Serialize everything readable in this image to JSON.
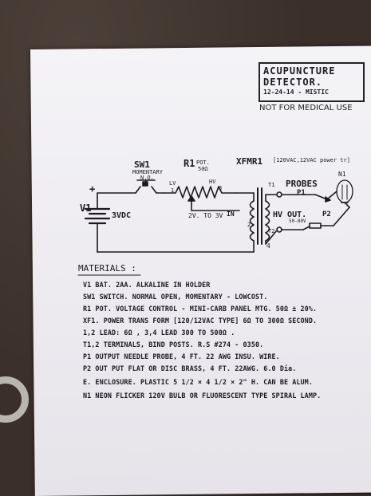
{
  "title_box": {
    "line1": "ACUPUNCTURE",
    "line2": "DETECTOR.",
    "date": "12-24-14 - MISTIC"
  },
  "notice": "NOT FOR MEDICAL USE",
  "schematic": {
    "sw1": "SW1",
    "sw1_desc1": "MOMENTARY",
    "sw1_desc2": "N.O.",
    "r1": "R1",
    "r1_pot": "POT.",
    "r1_value": "50Ω",
    "lv": "LV",
    "hv": "HV",
    "pin1": "1",
    "pin3": "3",
    "plus": "+",
    "v1": "V1",
    "battery": "3VDC",
    "range": "2V. TO 3V",
    "in": "IN",
    "xfmr": "XFMR1",
    "xfmr_desc": "[120VAC,12VAC power tr]",
    "t1": "T1",
    "probes": "PROBES",
    "p1": "P1",
    "n1": "N1",
    "hv_out": "HV OUT.",
    "hv_out_sub": "50-80V",
    "p2": "P2",
    "t2": "T2",
    "pin2": "2.",
    "pin4": "4"
  },
  "materials": {
    "heading": "MATERIALS :",
    "items": [
      "V1  BAT. 2AA. ALKALINE IN HOLDER",
      "SW1 SWITCH. NORMAL OPEN, MOMENTARY - LOWCOST.",
      "R1  POT. VOLTAGE CONTROL - MINI-CARB PANEL MTG. 50Ω ± 20%.",
      "XF1. POWER TRANS FORM [120/12VAC TYPE]  6Ω TO 300Ω SECOND.",
      "     1,2 LEAD: 6Ω ,  3,4 LEAD 300 TO 500Ω .",
      "T1,2 TERMINALS, BIND POSTS. R.S #274 - 0350.",
      "P1 OUTPUT NEEDLE PROBE, 4 FT. 22 AWG INSU. WIRE.",
      "P2 OUT PUT FLAT OR DISC BRASS, 4 FT. 22AWG.   6.0 Dia.",
      "E. ENCLOSURE. PLASTIC  5 1/2 × 4 1/2 × 2\" H. CAN BE ALUM.",
      "N1 NEON FLICKER 120V BULB OR FLUORESCENT TYPE SPIRAL LAMP."
    ]
  },
  "colors": {
    "paper": "#f0eff3",
    "ink": "#1c1a20",
    "background": "#3b3029",
    "washer": "#b9b6ae"
  }
}
